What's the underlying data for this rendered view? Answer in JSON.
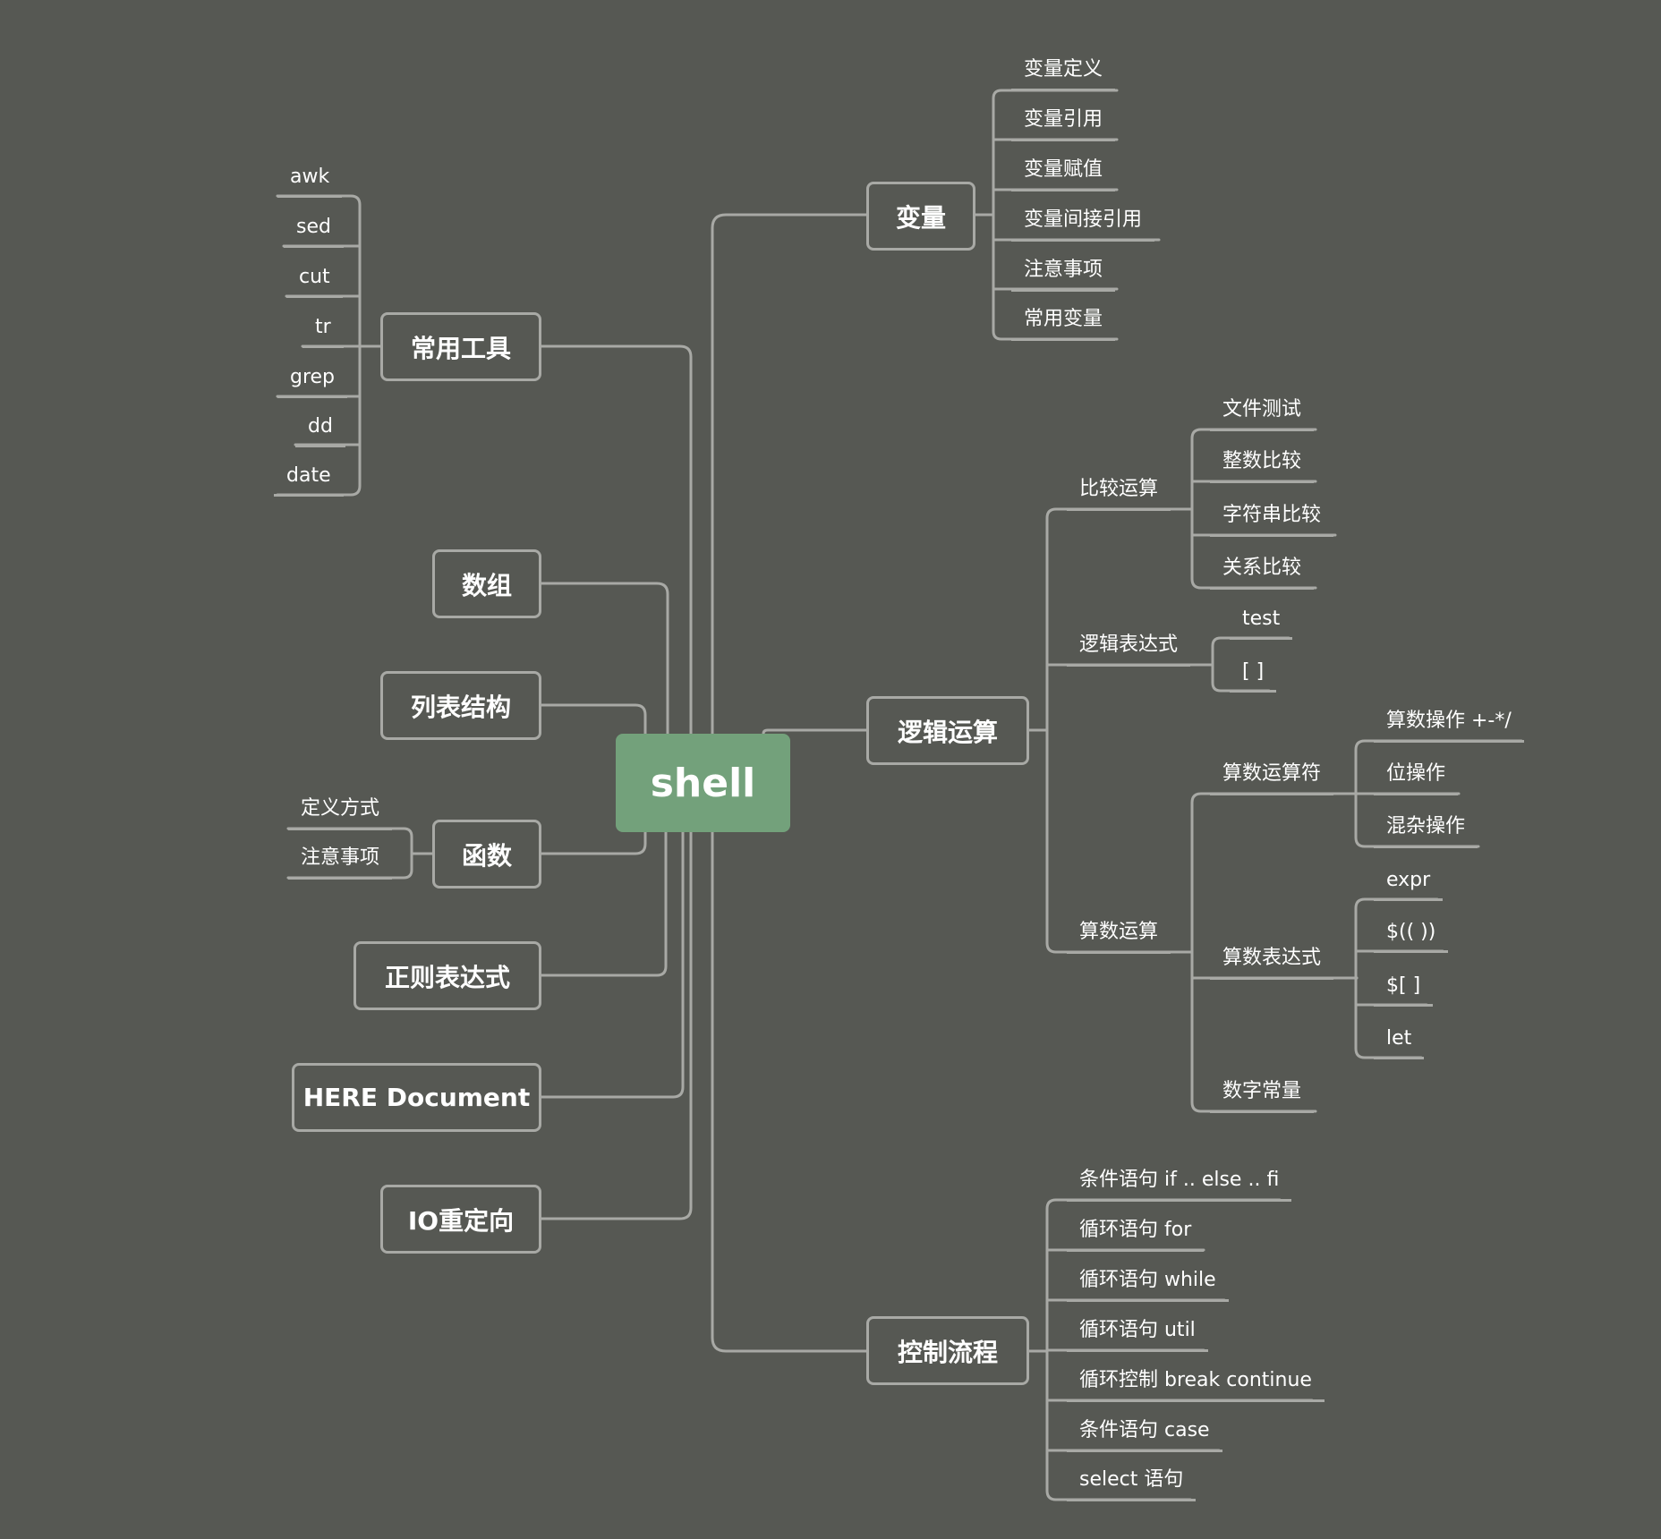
{
  "root": {
    "label": "shell"
  },
  "nodes": {
    "vars": "变量",
    "tools": "常用工具",
    "array": "数组",
    "list": "列表结构",
    "func": "函数",
    "regex": "正则表达式",
    "heredoc": "HERE Document",
    "io": "IO重定向",
    "logic": "逻辑运算",
    "flow": "控制流程"
  },
  "vars_children": [
    "变量定义",
    "变量引用",
    "变量赋值",
    "变量间接引用",
    "注意事项",
    "常用变量"
  ],
  "tools_children": [
    "awk",
    "sed",
    "cut",
    "tr",
    "grep",
    "dd",
    "date"
  ],
  "func_children": [
    "定义方式",
    "注意事项"
  ],
  "logic": {
    "compare": {
      "label": "比较运算",
      "children": [
        "文件测试",
        "整数比较",
        "字符串比较",
        "关系比较"
      ]
    },
    "logic_expr": {
      "label": "逻辑表达式",
      "children": [
        "test",
        "[ ]"
      ]
    },
    "arith": {
      "label": "算数运算",
      "operators": {
        "label": "算数运算符",
        "children": [
          "算数操作 +-*/",
          "位操作",
          "混杂操作"
        ]
      },
      "expr": {
        "label": "算数表达式",
        "children": [
          "expr",
          "$(( ))",
          "$[ ]",
          "let"
        ]
      },
      "constant": "数字常量"
    }
  },
  "flow_children": [
    "条件语句 if .. else .. fi",
    "循环语句 for",
    "循环语句 while",
    "循环语句 util",
    "循环控制 break continue",
    "条件语句 case",
    "select 语句"
  ]
}
